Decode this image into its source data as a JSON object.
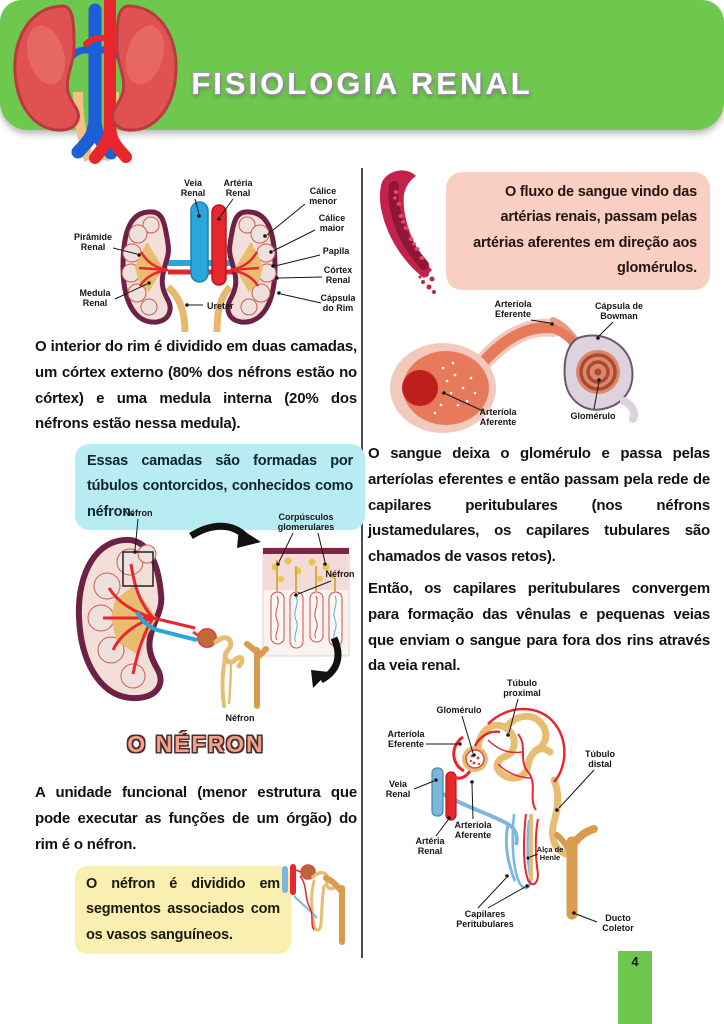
{
  "page": {
    "number": "4"
  },
  "header": {
    "title": "FISIOLOGIA RENAL",
    "logo": "kidneys-illustration"
  },
  "colors": {
    "header_green": "#6ec84e",
    "highlight_cyan": "#b7edf2",
    "highlight_yellow": "#f9efb0",
    "highlight_pink": "#f8cfc2",
    "heading_salmon": "#f2a18d"
  },
  "left": {
    "kidney_diagram": {
      "labels": {
        "veia_renal": [
          "Veia",
          "Renal"
        ],
        "arteria_renal": [
          "Artéria",
          "Renal"
        ],
        "calice_menor": [
          "Cálice",
          "menor"
        ],
        "calice_maior": [
          "Cálice",
          "maior"
        ],
        "papila": [
          "Papila"
        ],
        "cortex_renal": [
          "Córtex",
          "Renal"
        ],
        "capsula_do_rim": [
          "Cápsula",
          "do Rim"
        ],
        "piramide_renal": [
          "Pirâmide",
          "Renal"
        ],
        "medula_renal": [
          "Medula",
          "Renal"
        ],
        "ureter": [
          "Ureter"
        ]
      }
    },
    "paragraph_1": "O interior do rim é dividido em duas camadas, um córtex externo (80% dos néfrons estão no córtex) e uma medula interna (20% dos néfrons estão nessa medula).",
    "highlight_cyan": "Essas camadas são formadas por túbulos contorcidos, conhecidos como néfron.",
    "nephron_diagram": {
      "labels": {
        "nefron_top": [
          "Néfron"
        ],
        "corpusculos": [
          "Corpúsculos",
          "glomerulares"
        ],
        "nefron_right": [
          "Néfron"
        ],
        "nefron_bottom": [
          "Néfron"
        ]
      }
    },
    "section_heading": "O NÉFRON",
    "paragraph_2": "A unidade funcional (menor estrutura que pode executar as funções de um órgão) do rim é o néfron.",
    "highlight_yellow": "O néfron é dividido em segmentos associados com os vasos sanguíneos."
  },
  "right": {
    "highlight_pink": "O fluxo de sangue vindo das artérias renais, passam pelas artérias aferentes em direção aos glomérulos.",
    "glomerulus_diagram": {
      "labels": {
        "arteriola_eferente": [
          "Arteríola",
          "Eferente"
        ],
        "capsula_bowman": [
          "Cápsula de",
          "Bowman"
        ],
        "arteriola_aferente": [
          "Arteríola",
          "Aferente"
        ],
        "glomerulo": [
          "Glomérulo"
        ]
      }
    },
    "paragraph_1": "O sangue deixa o glomérulo e passa pelas arteríolas eferentes e então passam pela rede de capilares peritubulares (nos néfrons justamedulares, os capilares tubulares são chamados de vasos retos).",
    "paragraph_2": "Então, os capilares peritubulares convergem para formação das vênulas e pequenas veias que enviam o sangue para fora dos rins através da veia renal.",
    "nephron_detail_diagram": {
      "labels": {
        "tubulo_proximal": [
          "Túbulo",
          "proximal"
        ],
        "glomerulo": [
          "Glomérulo"
        ],
        "arteriola_eferente": [
          "Arteríola",
          "Eferente"
        ],
        "tubulo_distal": [
          "Túbulo",
          "distal"
        ],
        "veia_renal": [
          "Veia",
          "Renal"
        ],
        "arteriola_aferente": [
          "Arteríola",
          "Aferente"
        ],
        "arteria_renal": [
          "Artéria",
          "Renal"
        ],
        "alca_de_henle": [
          "Alça de",
          "Henle"
        ],
        "capilares_peritubulares": [
          "Capilares",
          "Peritubulares"
        ],
        "ducto_coletor": [
          "Ducto",
          "Coletor"
        ]
      }
    }
  }
}
